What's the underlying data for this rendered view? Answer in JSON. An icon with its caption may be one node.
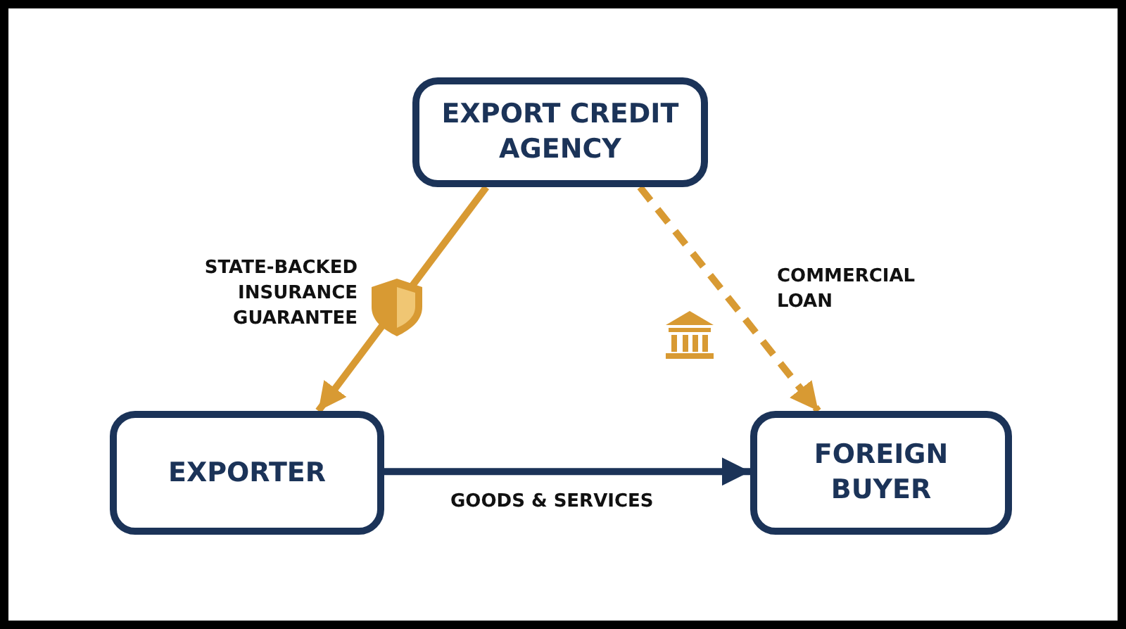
{
  "diagram": {
    "nodes": [
      {
        "text": [
          "EXPORT CREDIT AGENCY"
        ]
      },
      {
        "text": [
          "EXPORTER"
        ]
      },
      {
        "text": [
          "FOREIGN BUYER"
        ]
      }
    ],
    "edges": [
      {
        "from": 0,
        "to": 1,
        "arrow": "to",
        "label": "STATE-BACKED INSURANCE GUARANTEE"
      },
      {
        "from": 0,
        "to": 2,
        "arrow": "to",
        "label": "COMMERCIAL LOAN",
        "style": "dashed"
      },
      {
        "from": 1,
        "to": 2,
        "arrow": "to",
        "label": "GOODS & SERVICES",
        "color": "#1b3358"
      }
    ]
  }
}
